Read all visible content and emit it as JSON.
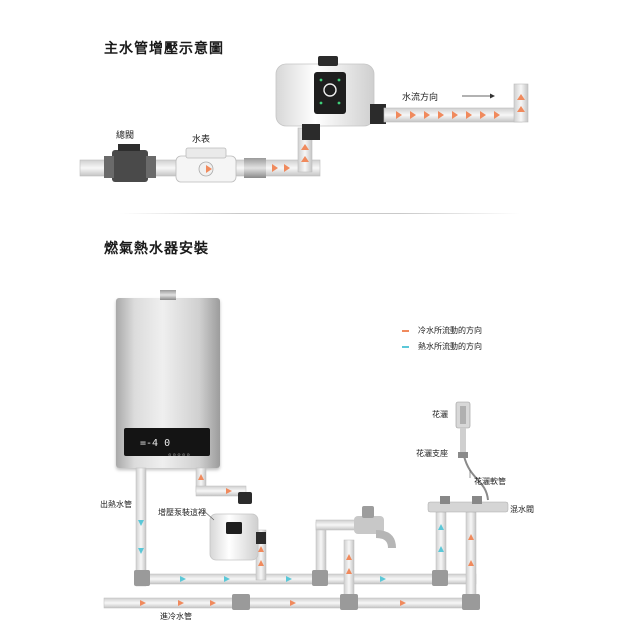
{
  "top": {
    "title": "主水管增壓示意圖",
    "valve_label": "總閥",
    "meter_label": "水表",
    "flow_label": "水流方向"
  },
  "bottom": {
    "title": "燃氣熱水器安裝",
    "legend": [
      {
        "label": "冷水所流動的方向",
        "color": "#f08a5d"
      },
      {
        "label": "熱水所流動的方向",
        "color": "#5bc8d8"
      }
    ],
    "labels": {
      "shower_head": "花灑",
      "shower_holder": "花灑支座",
      "shower_hose": "花灑軟管",
      "mixing_valve": "混水閥",
      "hot_out": "出熱水管",
      "pump_pos": "增壓泵裝這裡",
      "cold_in": "進冷水管"
    }
  },
  "colors": {
    "cold_flow": "#f08a5d",
    "hot_flow": "#5bc8d8",
    "pipe": "#e6e6e6",
    "pipe_edge": "#bdbdbd"
  }
}
